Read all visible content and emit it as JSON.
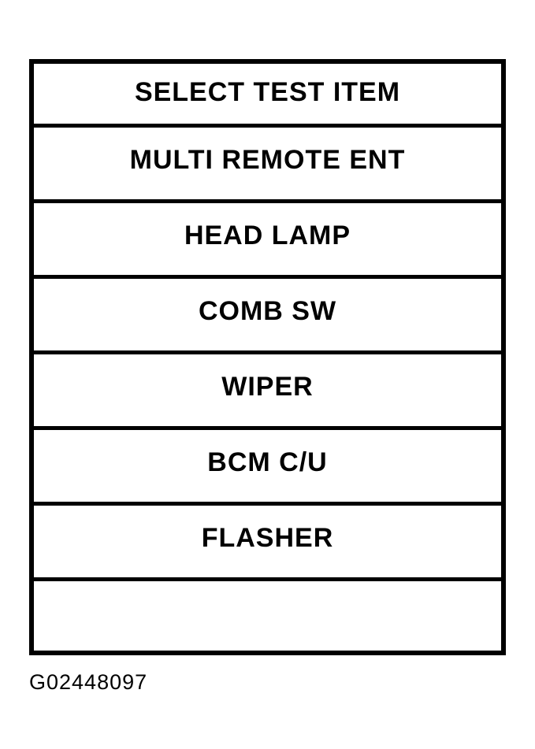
{
  "screen": {
    "rows": [
      {
        "label": "SELECT TEST ITEM"
      },
      {
        "label": "MULTI REMOTE ENT"
      },
      {
        "label": "HEAD LAMP"
      },
      {
        "label": "COMB SW"
      },
      {
        "label": "WIPER"
      },
      {
        "label": "BCM C/U"
      },
      {
        "label": "FLASHER"
      },
      {
        "label": ""
      }
    ]
  },
  "caption": {
    "figure_id": "G02448097"
  },
  "colors": {
    "background": "#ffffff",
    "border": "#000000",
    "text": "#000000"
  }
}
